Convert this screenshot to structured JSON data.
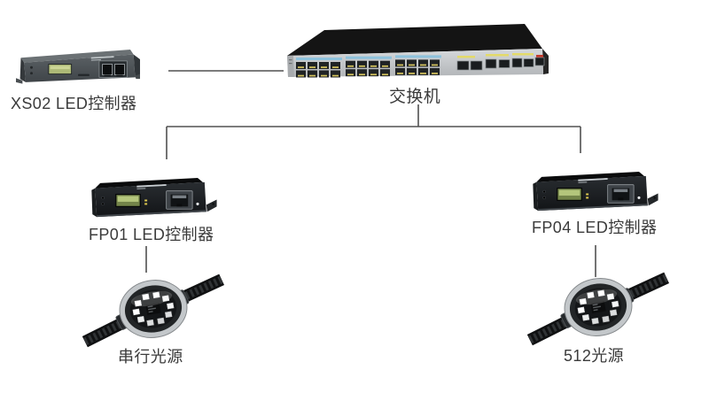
{
  "page": {
    "background": "#ffffff"
  },
  "diagram": {
    "line_color": "#505050",
    "text_color": "#3b3b3b",
    "nodes": {
      "xs02": {
        "label": "XS02 LED控制器",
        "image": "led-controller-device"
      },
      "switch": {
        "label": "交换机",
        "image": "24-port-ethernet-switch"
      },
      "fp01": {
        "label": "FP01 LED控制器",
        "image": "led-controller-device"
      },
      "fp04": {
        "label": "FP04 LED控制器",
        "image": "led-controller-device"
      },
      "serial_light": {
        "label": "串行光源",
        "image": "led-pixel-light"
      },
      "light_512": {
        "label": "512光源",
        "image": "led-pixel-light"
      }
    },
    "connections": [
      {
        "from": "xs02",
        "to": "switch"
      },
      {
        "from": "switch",
        "to": "fp01"
      },
      {
        "from": "switch",
        "to": "fp04"
      },
      {
        "from": "fp01",
        "to": "serial_light"
      },
      {
        "from": "fp04",
        "to": "light_512"
      }
    ]
  }
}
